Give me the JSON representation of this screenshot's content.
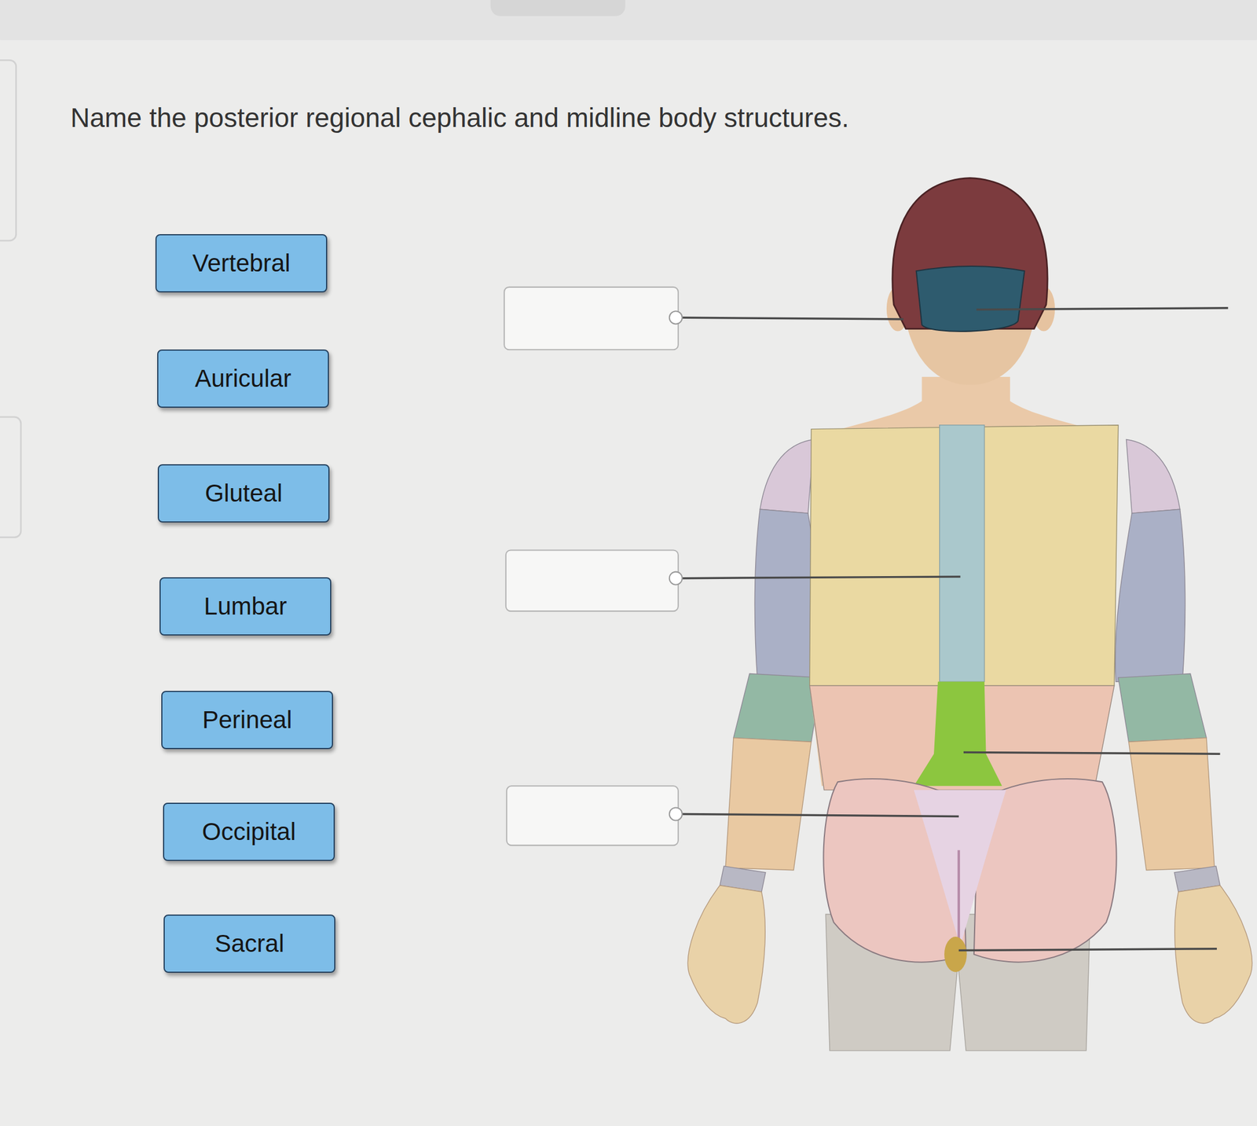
{
  "diagram": {
    "title": "Name the posterior regional cephalic and midline body structures.",
    "nodes": [
      {
        "text": [
          "Vertebral"
        ]
      },
      {
        "text": [
          "Auricular"
        ]
      },
      {
        "text": [
          "Gluteal"
        ]
      },
      {
        "text": [
          "Lumbar"
        ]
      },
      {
        "text": [
          "Perineal"
        ]
      },
      {
        "text": [
          "Occipital"
        ]
      },
      {
        "text": [
          "Sacral"
        ]
      }
    ],
    "edges": []
  }
}
